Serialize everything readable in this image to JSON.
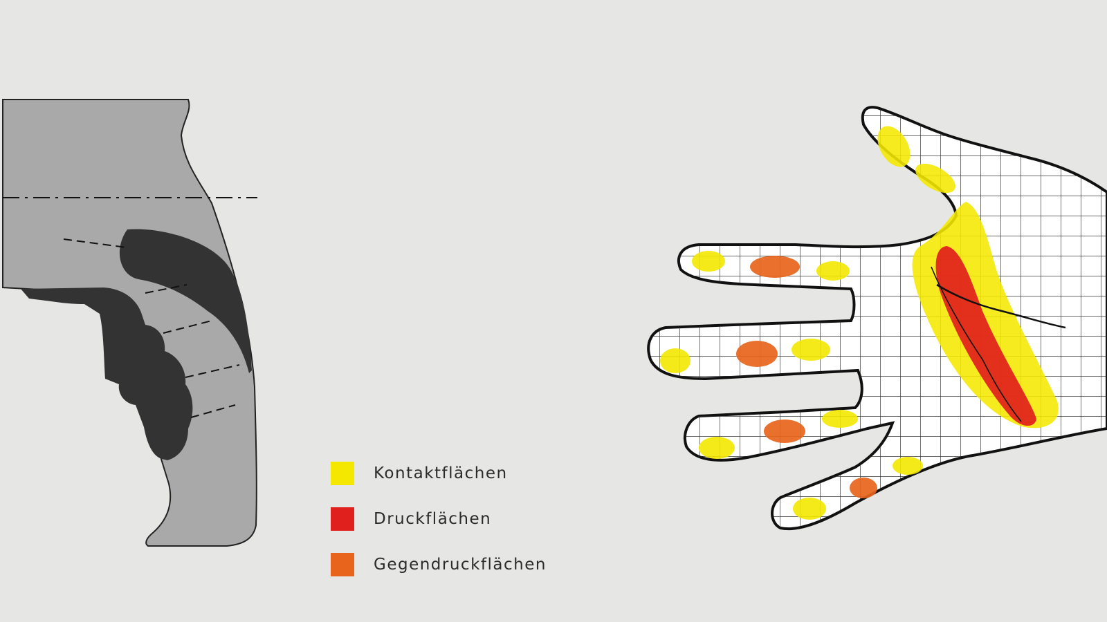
{
  "legend": {
    "items": [
      {
        "label": "Kontaktflächen",
        "color": "#f4e800"
      },
      {
        "label": "Druckflächen",
        "color": "#e0201c"
      },
      {
        "label": "Gegendruckflächen",
        "color": "#e8641c"
      }
    ]
  },
  "colors": {
    "background": "#e6e6e4",
    "grip": "#a9a9a9",
    "hand_silhouette": "#333333",
    "outline": "#111111",
    "contact": "#f4e800",
    "pressure": "#e0201c",
    "counter_pressure": "#e8641c"
  },
  "icons": {
    "grip": "pistol-grip-diagram",
    "hand": "palm-pressure-map"
  }
}
